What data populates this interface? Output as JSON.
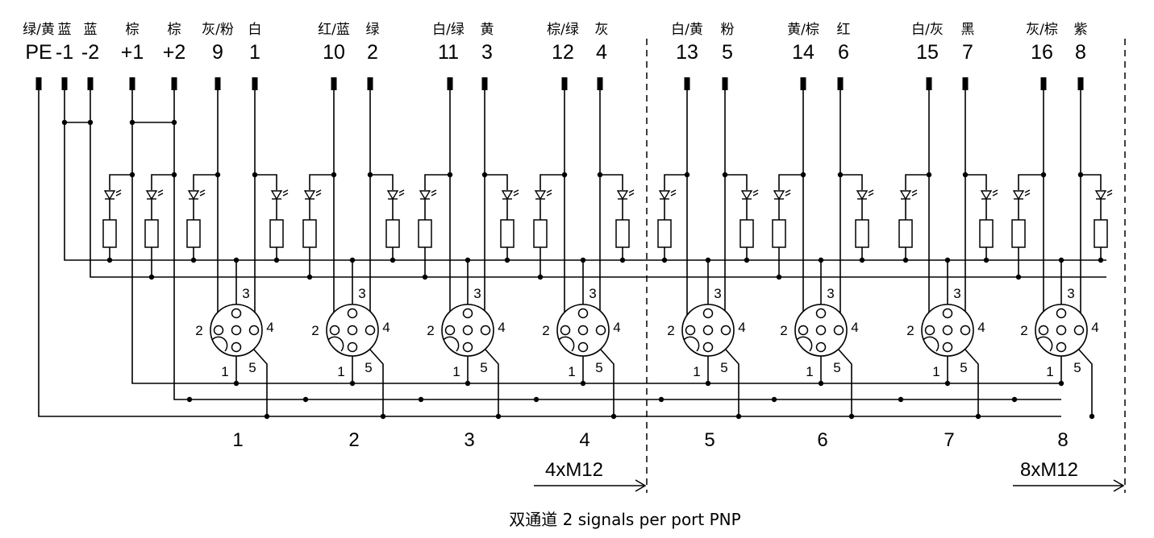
{
  "terminals": [
    {
      "color": "绿/黄",
      "label": "PE"
    },
    {
      "color": "蓝",
      "label": "-1"
    },
    {
      "color": "蓝",
      "label": "-2"
    },
    {
      "color": "棕",
      "label": "+1"
    },
    {
      "color": "棕",
      "label": "+2"
    },
    {
      "color": "灰/粉",
      "label": "9"
    },
    {
      "color": "白",
      "label": "1"
    },
    {
      "color": "红/蓝",
      "label": "10"
    },
    {
      "color": "绿",
      "label": "2"
    },
    {
      "color": "白/绿",
      "label": "11"
    },
    {
      "color": "黄",
      "label": "3"
    },
    {
      "color": "棕/绿",
      "label": "12"
    },
    {
      "color": "灰",
      "label": "4"
    },
    {
      "color": "白/黄",
      "label": "13"
    },
    {
      "color": "粉",
      "label": "5"
    },
    {
      "color": "黄/棕",
      "label": "14"
    },
    {
      "color": "红",
      "label": "6"
    },
    {
      "color": "白/灰",
      "label": "15"
    },
    {
      "color": "黑",
      "label": "7"
    },
    {
      "color": "灰/棕",
      "label": "16"
    },
    {
      "color": "紫",
      "label": "8"
    }
  ],
  "connector_pins": {
    "p1": "1",
    "p2": "2",
    "p3": "3",
    "p4": "4",
    "p5": "5"
  },
  "ports": [
    "1",
    "2",
    "3",
    "4",
    "5",
    "6",
    "7",
    "8"
  ],
  "groups": [
    {
      "label": "4xM12"
    },
    {
      "label": "8xM12"
    }
  ],
  "caption": "双通道 2 signals per port PNP"
}
